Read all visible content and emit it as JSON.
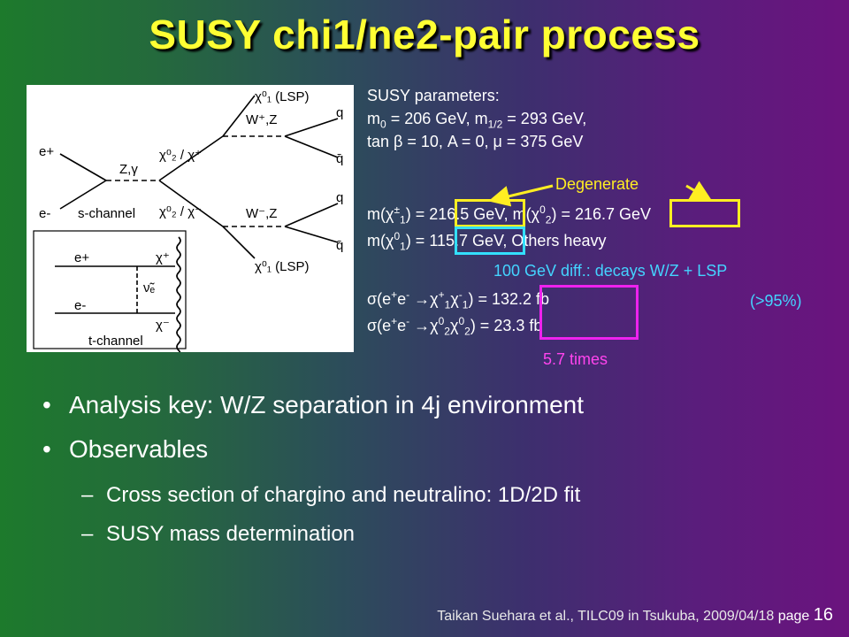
{
  "slide": {
    "title": "SUSY chi1/ne2-pair process"
  },
  "diagram": {
    "s_channel_label": "s-channel",
    "t_channel_label": "t-channel",
    "e_plus": "e+",
    "e_minus": "e-",
    "boson": "Z,γ",
    "chi2_chi_plus": "χ⁰₂ / χ⁺",
    "chi2_chi_minus": "χ⁰₂ / χ⁻",
    "w_plus_z": "W⁺,Z",
    "w_minus_z": "W⁻,Z",
    "lsp_top": "χ⁰₁ (LSP)",
    "lsp_bottom": "χ⁰₁ (LSP)",
    "q": "q",
    "qbar": "q̄",
    "t_chi_plus": "χ⁺",
    "t_chi_minus": "χ⁻",
    "t_nu": "ν̃ₑ"
  },
  "params": {
    "heading": "SUSY parameters:",
    "m0_prefix": "m",
    "m0_sub": "0",
    "m0_mid": " = 206 GeV, m",
    "m12_sub": "1/2",
    "m12_end": " = 293 GeV,",
    "tan_line": "tan β = 10, A  = 0, μ = 375 GeV",
    "mass_chi_pm_a": "m(χ",
    "mass_chi_pm_sup": "±",
    "mass_chi_pm_sub": "1",
    "mass_chi_pm_b": ") = ",
    "mass_chi_pm_val": "216.5",
    "mass_chi_pm_c": " GeV, m(χ",
    "mass_chi02_sup": "0",
    "mass_chi02_sub": "2",
    "mass_chi02_b": ") = ",
    "mass_chi02_val": "216.7",
    "mass_chi02_c": " GeV",
    "mass_chi01_a": "m(χ",
    "mass_chi01_sup": "0",
    "mass_chi01_sub": "1",
    "mass_chi01_b": ") = ",
    "mass_chi01_val": "115.7",
    "mass_chi01_c": " GeV, Others heavy",
    "xsec1_a": "σ(e",
    "xsec1_eplus": "+",
    "xsec1_e": "e",
    "xsec1_eminus": "-",
    "xsec1_b": " →χ",
    "xsec1_sup1": "+",
    "xsec1_sub1": "1",
    "xsec1_c": "χ",
    "xsec1_sup2": "-",
    "xsec1_sub2": "1",
    "xsec1_d": ") = ",
    "xsec1_val": "132.2 fb",
    "xsec2_a": "σ(e",
    "xsec2_eplus": "+",
    "xsec2_e": "e",
    "xsec2_eminus": "-",
    "xsec2_b": " →χ",
    "xsec2_sup1": "0",
    "xsec2_sub1": "2",
    "xsec2_c": "χ",
    "xsec2_sup2": "0",
    "xsec2_sub2": "2",
    "xsec2_d": ") = ",
    "xsec2_val": "23.3 fb"
  },
  "annotations": {
    "degenerate": "Degenerate",
    "diff_line1": "100 GeV diff.: decays W/Z + LSP",
    "diff_line2": "(>95%)",
    "times": "5.7 times"
  },
  "bullets": [
    {
      "text": "Analysis key: W/Z separation in 4j environment"
    },
    {
      "text": "Observables"
    }
  ],
  "sub_bullets": [
    {
      "text": "Cross section of chargino and neutralino: 1D/2D fit"
    },
    {
      "text": "SUSY mass determination"
    }
  ],
  "bullet_glyph": "•",
  "dash_glyph": "–",
  "footer": {
    "credit": "Taikan Suehara et al., TILC09 in Tsukuba, 2009/04/18",
    "page_label": "page",
    "page_number": "16"
  },
  "colors": {
    "title": "#ffff33",
    "yellow_highlight": "#ffee22",
    "cyan_highlight": "#33e0ff",
    "magenta_highlight": "#ee22ee"
  }
}
